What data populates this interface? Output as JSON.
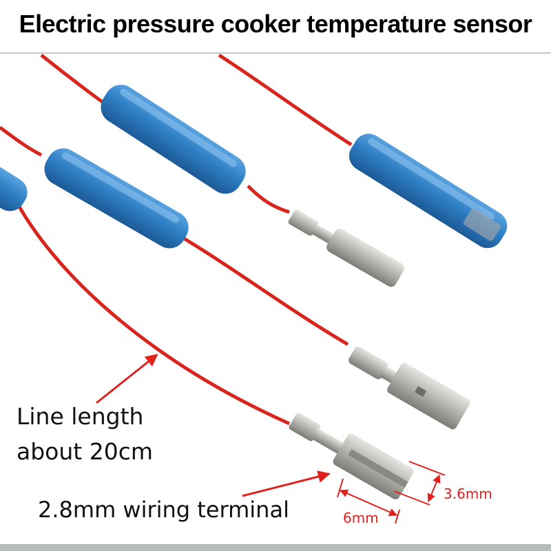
{
  "title": "Electric pressure cooker temperature sensor",
  "annotations": {
    "line_length_line1": "Line length",
    "line_length_line2": "about 20cm",
    "terminal": "2.8mm wiring terminal",
    "width_dim": "3.6mm",
    "length_dim": "6mm"
  },
  "colors": {
    "wire": "#d8261e",
    "sleeve": "#2e7fc4",
    "arrow": "#e0201c",
    "metal": "#b9b9b4"
  }
}
